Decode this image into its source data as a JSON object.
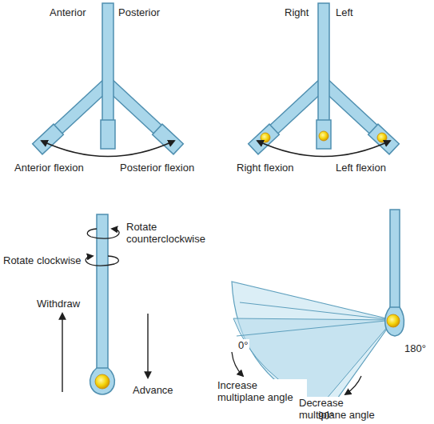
{
  "diagram": {
    "labels": [
      "Anterior",
      "Posterior",
      "Anterior flexion",
      "Posterior flexion",
      "Right",
      "Left",
      "Right flexion",
      "Left flexion",
      "Rotate counterclockwise",
      "Rotate clockwise",
      "Withdraw",
      "Advance",
      "0°",
      "180°",
      "Increase multiplane angle",
      "Decrease multiplane angle",
      "90°"
    ]
  }
}
